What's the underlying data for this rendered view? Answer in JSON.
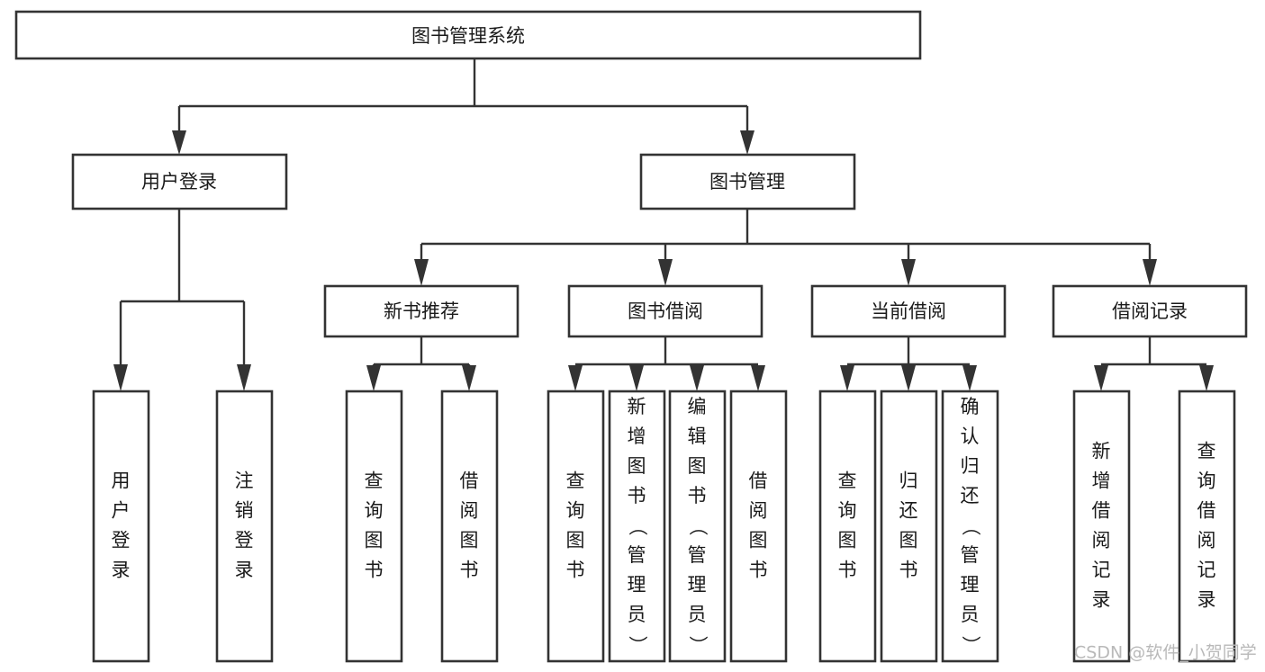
{
  "diagram": {
    "title": "图书管理系统",
    "type": "tree",
    "watermark": "CSDN @软件_小贺同学",
    "colors": {
      "stroke": "#333333",
      "fill": "#ffffff",
      "text": "#1a1a1a",
      "watermark": "#b9b9b9"
    },
    "root": {
      "label": "图书管理系统"
    },
    "level1": [
      {
        "label": "用户登录"
      },
      {
        "label": "图书管理"
      }
    ],
    "level2": [
      {
        "label": "新书推荐"
      },
      {
        "label": "图书借阅"
      },
      {
        "label": "当前借阅"
      },
      {
        "label": "借阅记录"
      }
    ],
    "leaves": {
      "user_login": [
        {
          "label": "用户登录"
        },
        {
          "label": "注销登录"
        }
      ],
      "new_book": [
        {
          "label": "查询图书"
        },
        {
          "label": "借阅图书"
        }
      ],
      "borrow_book": [
        {
          "label": "查询图书"
        },
        {
          "label": "新增图书（管理员）"
        },
        {
          "label": "编辑图书（管理员）"
        },
        {
          "label": "借阅图书"
        }
      ],
      "current_borrow": [
        {
          "label": "查询图书"
        },
        {
          "label": "归还图书"
        },
        {
          "label": "确认归还（管理员）"
        }
      ],
      "borrow_record": [
        {
          "label": "新增借阅记录"
        },
        {
          "label": "查询借阅记录"
        }
      ]
    }
  }
}
